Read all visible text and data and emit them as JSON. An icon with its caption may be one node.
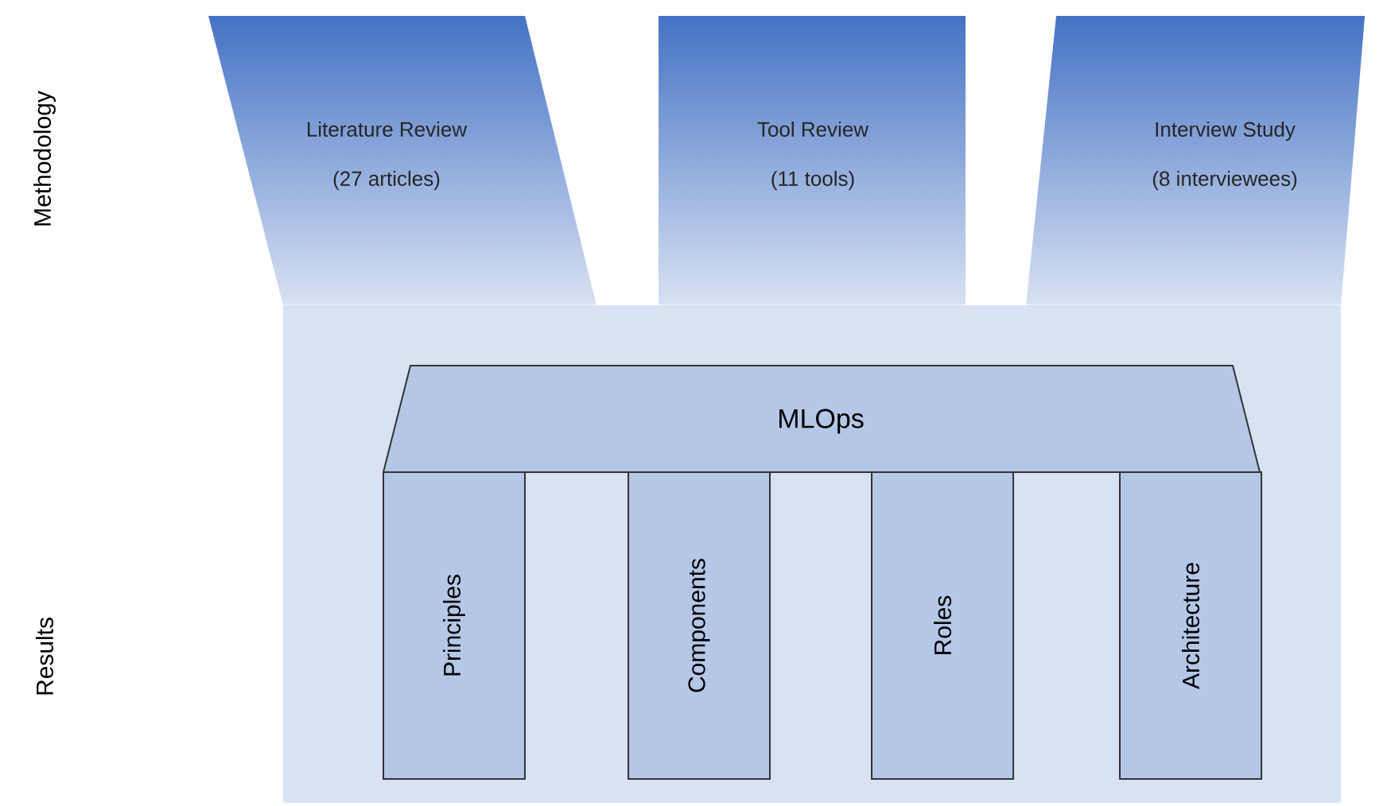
{
  "diagram": {
    "nodes": [
      {
        "text": [
          "Literature Review",
          "(27 articles)"
        ]
      },
      {
        "text": [
          "Tool Review",
          "(11 tools)"
        ]
      },
      {
        "text": [
          "Interview Study",
          "(8 interviewees)"
        ]
      },
      {
        "text": [],
        "shape": "box"
      },
      {
        "text": [
          "MLOps"
        ],
        "in": 3
      },
      {
        "text": [
          "Principles"
        ],
        "in": 3
      },
      {
        "text": [
          "Components"
        ],
        "in": 3
      },
      {
        "text": [
          "Roles"
        ],
        "in": 3
      },
      {
        "text": [
          "Architecture"
        ],
        "in": 3
      }
    ],
    "labels": [
      "Methodology",
      "Results"
    ]
  }
}
